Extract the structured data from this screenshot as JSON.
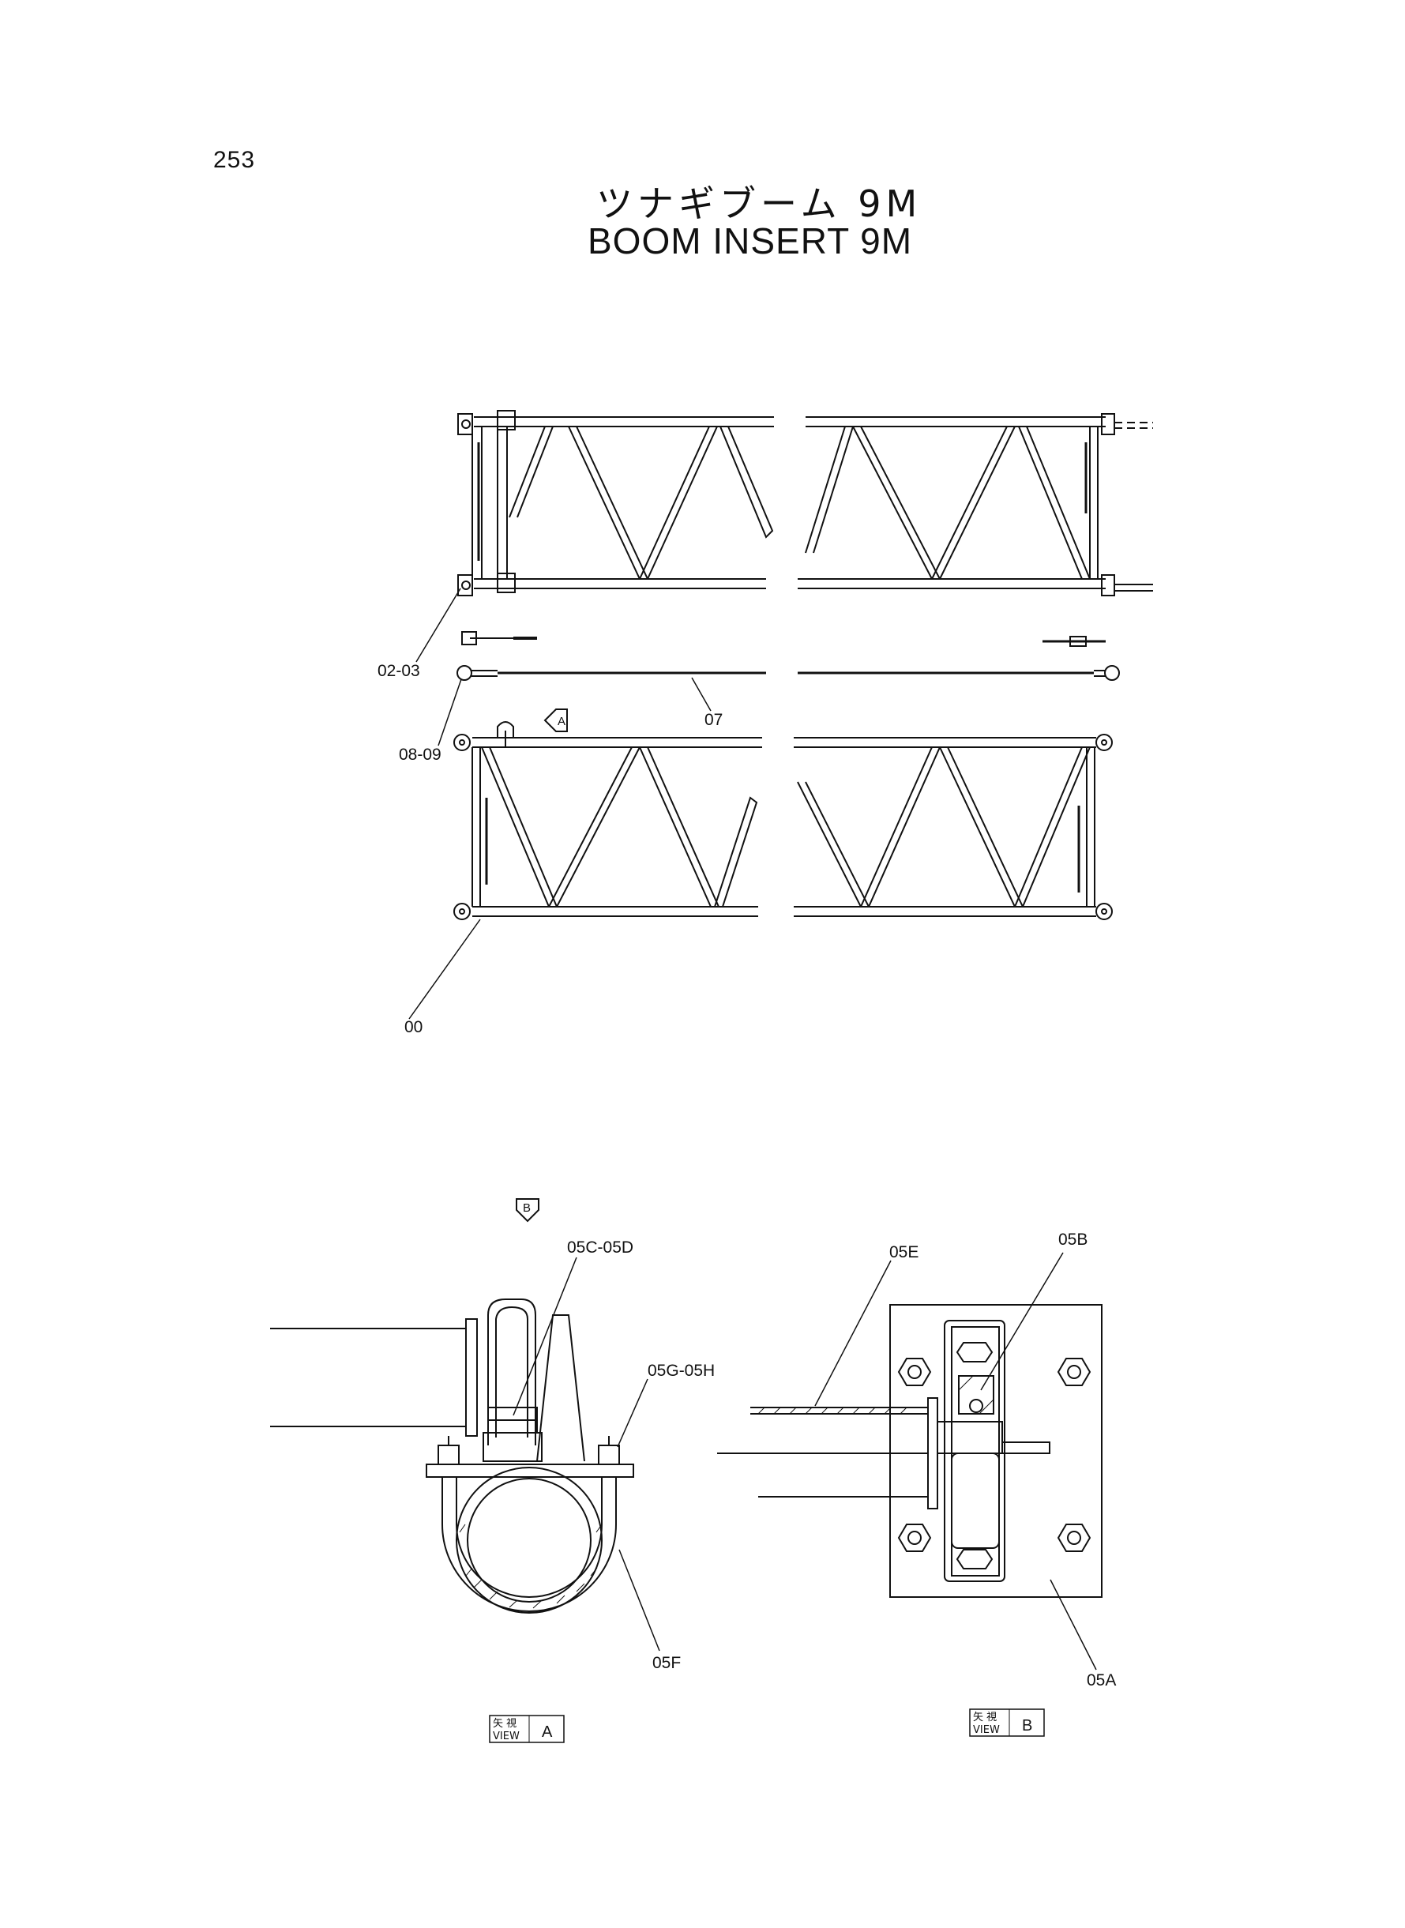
{
  "page": {
    "number": "253",
    "title_jp": "ツナギブーム 9M",
    "title_en": "BOOM INSERT 9M"
  },
  "callouts": {
    "c0203": "02-03",
    "c0809": "08-09",
    "c07": "07",
    "c00": "00",
    "c05c05d": "05C-05D",
    "c05g05h": "05G-05H",
    "c05f": "05F",
    "c05e": "05E",
    "c05b": "05B",
    "c05a": "05A"
  },
  "view_refs": {
    "arrow_a": "A",
    "arrow_b": "B"
  },
  "view_labels": {
    "view_a": {
      "jp": "矢 視",
      "en": "VIEW",
      "letter": "A"
    },
    "view_b": {
      "jp": "矢 視",
      "en": "VIEW",
      "letter": "B"
    }
  },
  "colors": {
    "ink": "#111111",
    "paper": "#ffffff"
  }
}
